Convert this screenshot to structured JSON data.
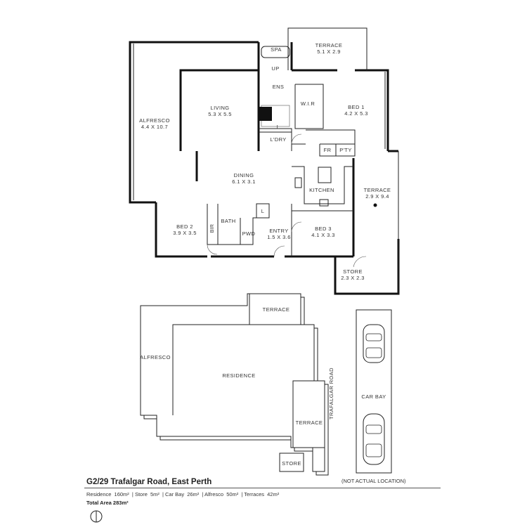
{
  "floor_plan": {
    "rooms": {
      "spa": "SPA",
      "terrace_top": {
        "name": "TERRACE",
        "size": "5.1 X 2.9"
      },
      "up": "UP",
      "ens": "ENS",
      "wir": "W.I.R",
      "bed1": {
        "name": "BED 1",
        "size": "4.2 X 5.3"
      },
      "alfresco": {
        "name": "ALFRESCO",
        "size": "4.4 X 10.7"
      },
      "living": {
        "name": "LIVING",
        "size": "5.3 X 5.5"
      },
      "l_ens": "L",
      "ldry": "L'DRY",
      "fr": "FR",
      "pty": "P'TY",
      "dining": {
        "name": "DINING",
        "size": "6.1 X 3.1"
      },
      "kitchen": "KITCHEN",
      "terrace_right": {
        "name": "TERRACE",
        "size": "2.9 X 9.4"
      },
      "bir": "BIR",
      "bath": "BATH",
      "l_bath": "L",
      "bed2": {
        "name": "BED 2",
        "size": "3.9 X 3.5"
      },
      "pwd": "PWD",
      "entry": {
        "name": "ENTRY",
        "size": "1.5 X 3.6"
      },
      "bed3": {
        "name": "BED 3",
        "size": "4.1 X 3.3"
      },
      "store": {
        "name": "STORE",
        "size": "2.3 X 2.3"
      }
    }
  },
  "site_plan": {
    "terrace_top": "TERRACE",
    "alfresco": "ALFRESCO",
    "residence": "RESIDENCE",
    "terrace_side": "TERRACE",
    "store": "STORE",
    "road": "TRAFALGAR ROAD",
    "car_bay": "CAR BAY"
  },
  "footer": {
    "title": "G2/29 Trafalgar Road, East Perth",
    "not_actual": "(NOT ACTUAL LOCATION)",
    "areas": [
      {
        "label": "Residence",
        "value": "160m²"
      },
      {
        "label": "Store",
        "value": "5m²"
      },
      {
        "label": "Car Bay",
        "value": "26m²"
      },
      {
        "label": "Alfresco",
        "value": "50m²"
      },
      {
        "label": "Terraces",
        "value": "42m²"
      }
    ],
    "total": "Total Area 283m²"
  }
}
